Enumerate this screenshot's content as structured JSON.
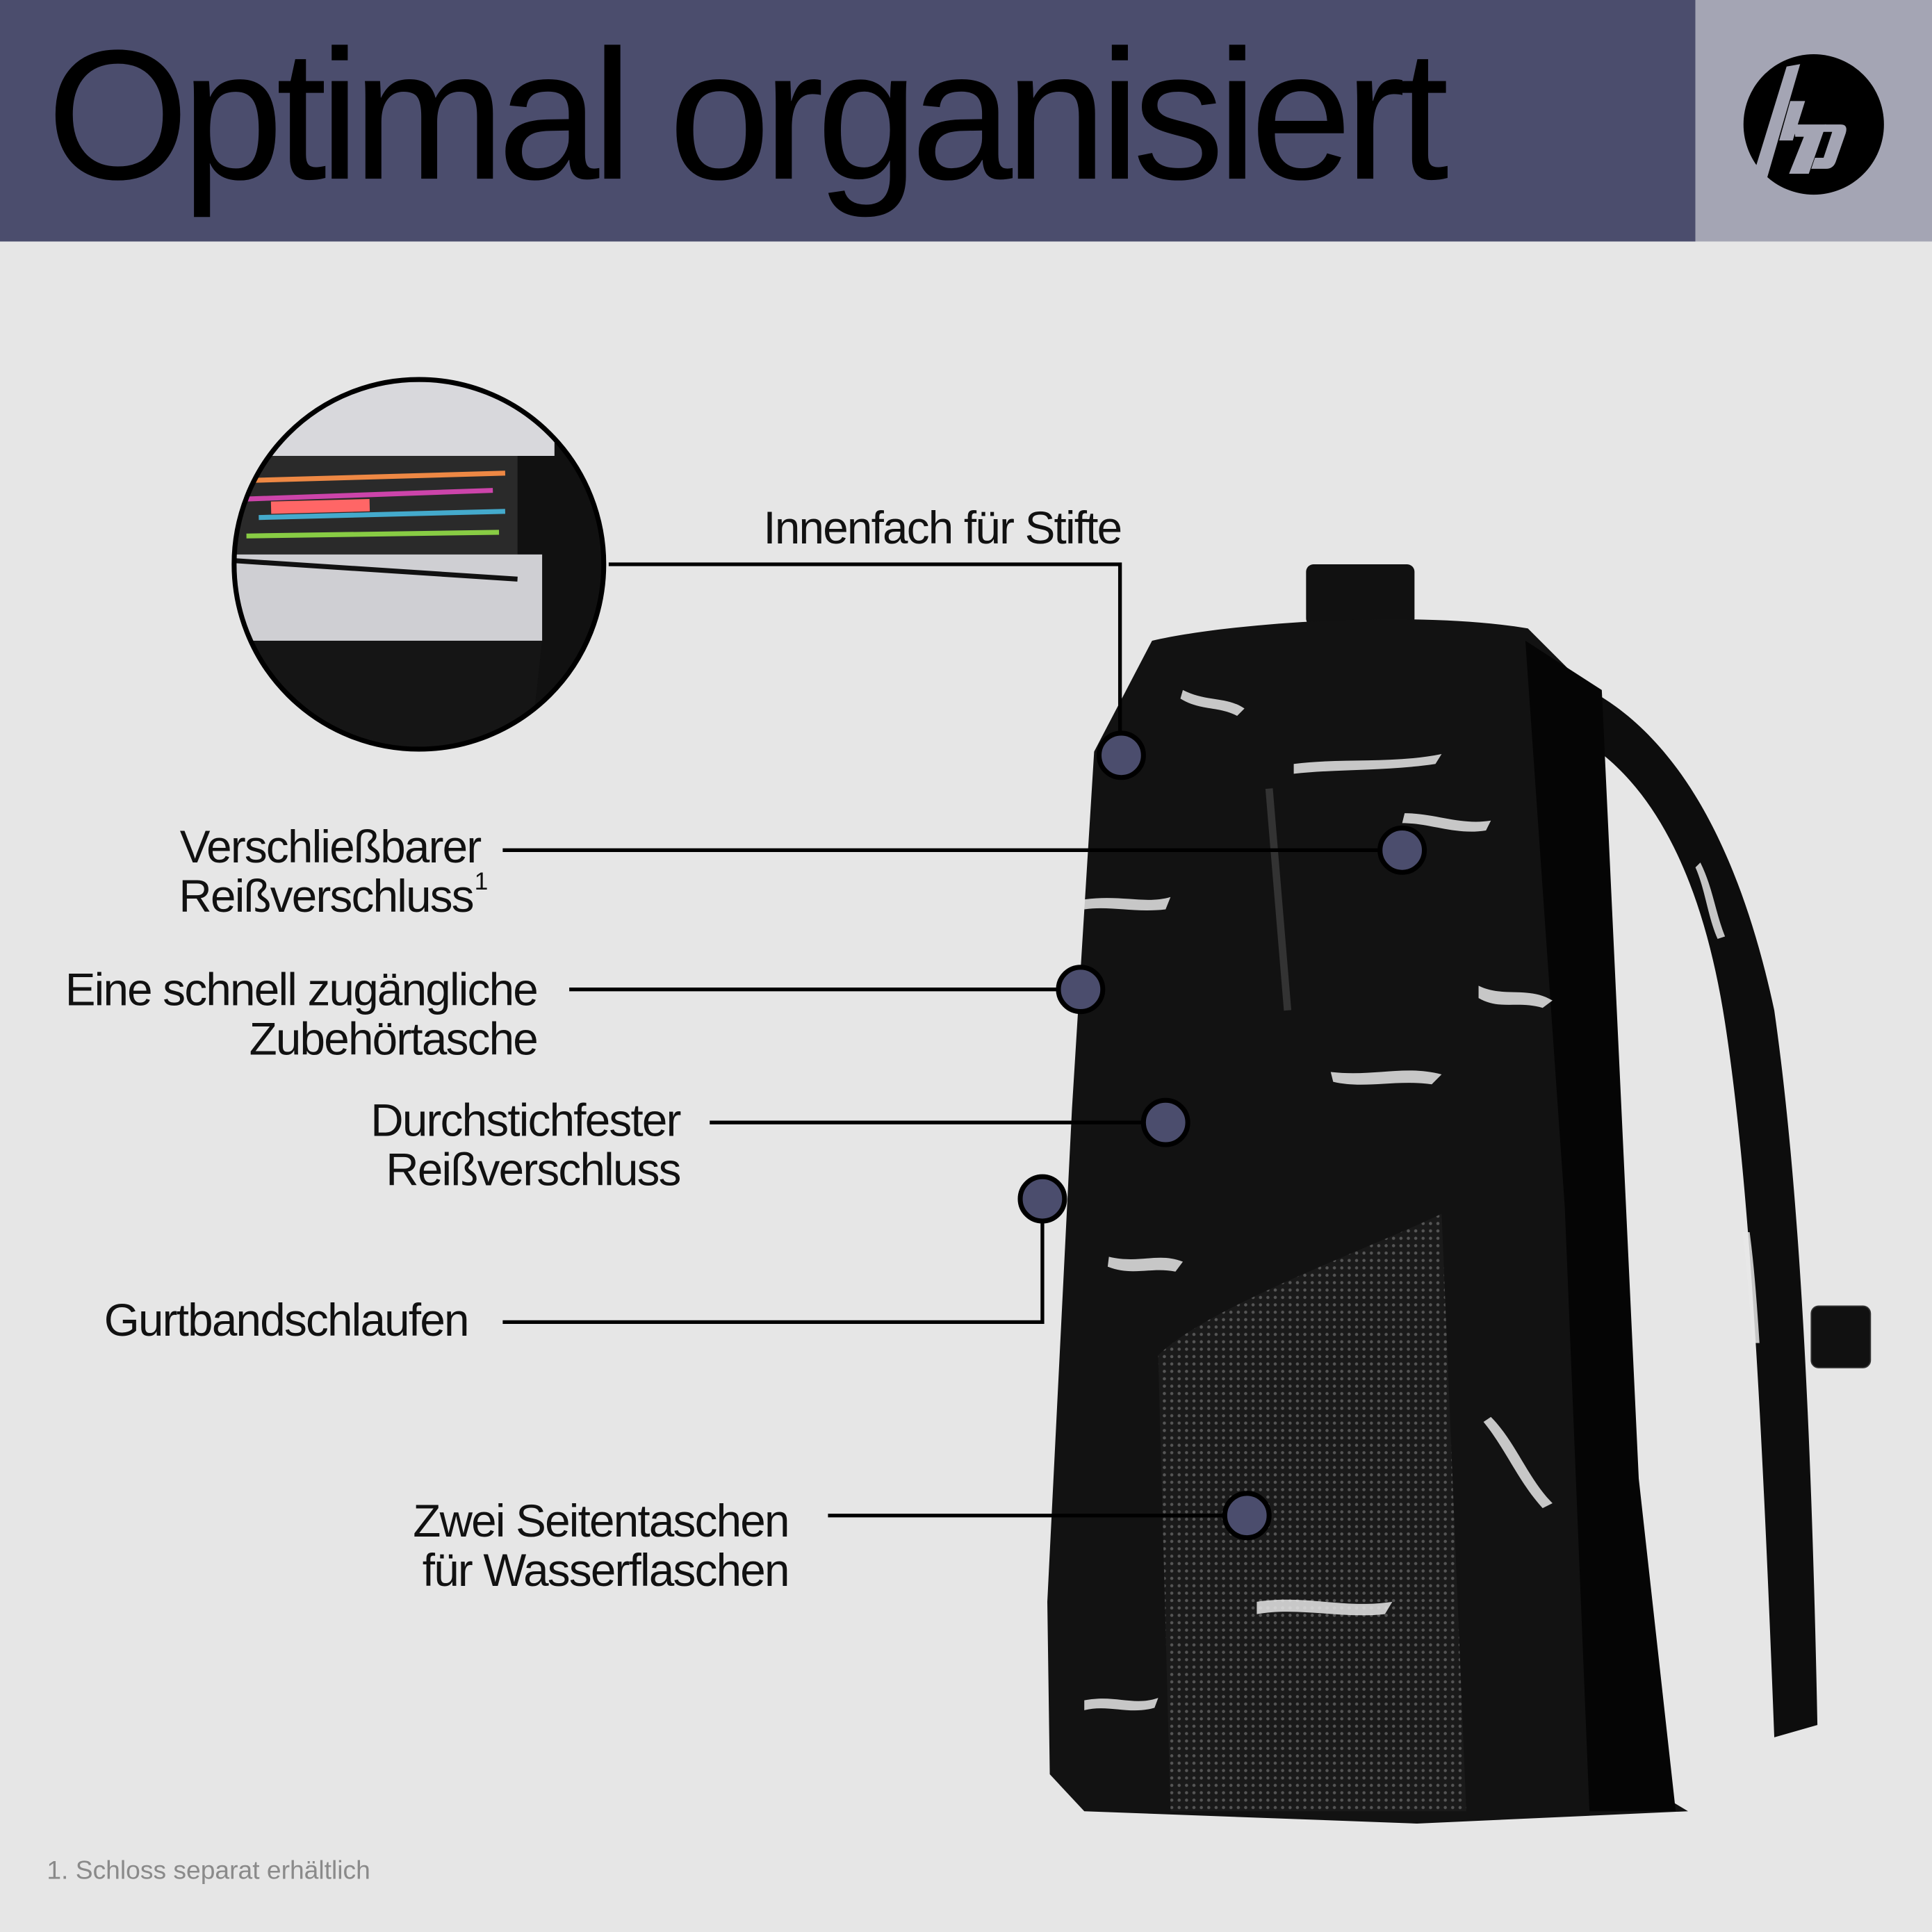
{
  "header": {
    "title": "Optimal organisiert",
    "logo": "hp",
    "colors": {
      "band": "#4b4d6d",
      "logo_panel": "#a4a5b4",
      "background": "#e6e6e6",
      "marker": "#4b4d6d"
    }
  },
  "callouts": [
    {
      "lines": [
        "Innenfach für Stifte"
      ]
    },
    {
      "lines": [
        "Verschließbarer",
        "Reißverschluss"
      ],
      "superscript": "1"
    },
    {
      "lines": [
        "Eine schnell zugängliche",
        "Zubehörtasche"
      ]
    },
    {
      "lines": [
        "Durchstichfester",
        "Reißverschluss"
      ]
    },
    {
      "lines": [
        "Gurtbandschlaufen"
      ]
    },
    {
      "lines": [
        "Zwei Seitentaschen",
        "für Wasserflaschen"
      ]
    }
  ],
  "footnote": "1. Schloss separat erhältlich"
}
